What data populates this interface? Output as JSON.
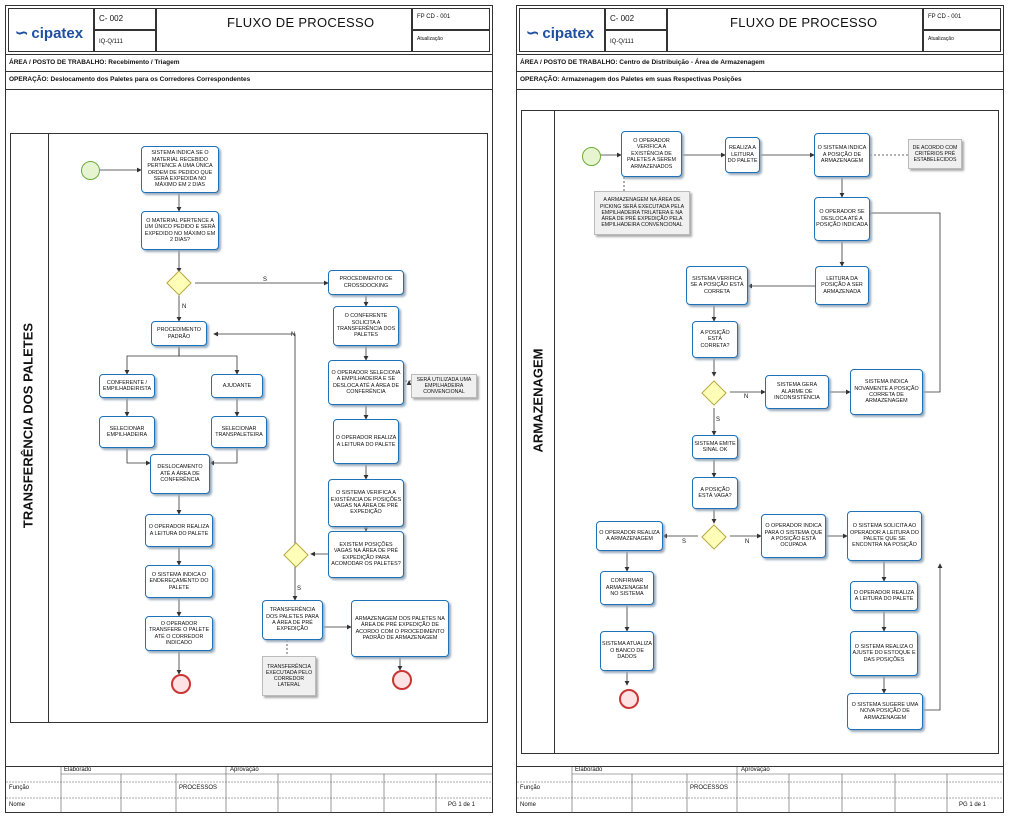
{
  "pages": [
    {
      "logo": "cipatex",
      "code": "C- 002",
      "ref": "IQ-Q/111",
      "title": "FLUXO  DE PROCESSO",
      "form_code": "FP CD - 001",
      "update_label": "Atualização",
      "area": "ÁREA / POSTO DE TRABALHO: Recebimento / Triagem",
      "operation": "OPERAÇÃO: Deslocamento dos Paletes para os Corredores Correspondentes",
      "lane_label": "TRANSFERÊNCIA DOS PALETES",
      "nodes": {
        "n1": "SISTEMA INDICA SE O MATERIAL RECEBIDO PERTENCE A UMA ÚNICA ORDEM DE PEDIDO QUE SERÁ EXPEDIDA NO MÁXIMO EM 2 DIAS",
        "n2": "O MATERIAL PERTENCE A UM ÚNICO PEDIDO E SERÁ EXPEDIDO NO MÁXIMO EM 2 DIAS?",
        "n3": "PROCEDIMENTO DE CROSSDOCKING",
        "n4": "PROCEDIMENTO PADRÃO",
        "n5": "O CONFERENTE SOLICITA A TRANSFERÊNCIA DOS PALETES",
        "n6": "CONFERENTE / EMPILHADEIRISTA",
        "n7": "AJUDANTE",
        "n8": "O OPERADOR SELECIONA A EMPILHADEIRA E SE DESLOCA ATÉ A ÁREA DE CONFERÊNCIA",
        "n9": "SERÁ UTILIZADA UMA EMPILHADEIRA CONVENCIONAL",
        "n10": "SELECIONAR EMPILHADEIRA",
        "n11": "SELECIONAR TRANSPALETEIRA",
        "n12": "O OPERADOR REALIZA A LEITURA DO PALETE",
        "n13": "DESLOCAMENTO ATÉ A ÁREA DE CONFERÊNCIA",
        "n14": "O SISTEMA VERIFICA A EXISTÊNCIA DE POSIÇÕES VAGAS NA ÁREA DE PRÉ EXPEDIÇÃO",
        "n15": "O OPERADOR REALIZA A LEITURA DO PALETE",
        "n16": "EXISTEM POSIÇÕES VAGAS NA ÁREA DE PRÉ EXPEDIÇÃO PARA ACOMODAR OS PALETES?",
        "n17": "O SISTEMA INDICA O ENDEREÇAMENTO DO PALETE",
        "n18": "TRANSFERÊNCIA DOS PALETES PARA A ÁREA DE PRÉ EXPEDIÇÃO",
        "n19": "ARMAZENAGEM DOS PALETES NA ÁREA DE PRÉ EXPEDIÇÃO DE ACORDO COM O PROCEDIMENTO PADRÃO DE ARMAZENAGEM",
        "n20": "O OPERADOR TRANSFERE O PALETE ATÉ O CORREDOR INDICADO",
        "n21": "TRANSFERÊNCIA EXECUTADA PELO CORREDOR LATERAL"
      },
      "edge_labels": {
        "s": "S",
        "n": "N",
        "n2": "N",
        "s2": "S"
      },
      "footer": {
        "elaborado": "Elaborado",
        "aprovacao": "Aprovação",
        "funcao": "Função",
        "processos": "PROCESSOS",
        "nome": "Nome",
        "page": "PG 1 de 1"
      }
    },
    {
      "logo": "cipatex",
      "code": "C- 002",
      "ref": "IQ-Q/111",
      "title": "FLUXO  DE PROCESSO",
      "form_code": "FP CD - 001",
      "update_label": "Atualização",
      "area": "ÁREA / POSTO DE TRABALHO: Centro de Distribuição - Área de Armazenagem",
      "operation": "OPERAÇÃO: Armazenagem dos Paletes em suas Respectivas Posições",
      "lane_label": "ARMAZENAGEM",
      "nodes": {
        "m1": "O OPERADOR VERIFICA A EXISTÊNCIA DE PALETES A SEREM ARMAZENADOS",
        "m2": "REALIZA A LEITURA DO PALETE",
        "m3": "O SISTEMA INDICA A POSIÇÃO DE ARMAZENAGEM",
        "m4": "DE ACORDO COM CRITÉRIOS PRÉ ESTABELECIDOS",
        "m5": "A ARMAZENAGEM NA ÁREA DE PICKING SERÁ EXECUTADA PELA EMPILHADEIRA TRILATERA E NA ÁREA DE PRÉ EXPEDIÇÃO PELA EMPILHADEIRA CONVENCIONAL",
        "m6": "O OPERADOR SE DESLOCA ATÉ A POSIÇÃO INDICADA",
        "m7": "SISTEMA VERIFICA SE A POSIÇÃO ESTÁ CORRETA",
        "m8": "LEITURA DA POSIÇÃO A SER ARMAZENADA",
        "m9": "A POSIÇÃO ESTÁ CORRETA?",
        "m10": "SISTEMA GERA ALARME DE INCONSISTÊNCIA",
        "m11": "SISTEMA INDICA NOVAMENTE A POSIÇÃO CORRETA DE ARMAZENAGEM",
        "m12": "SISTEMA EMITE SINAL OK",
        "m13": "A POSIÇÃO ESTÁ VAGA?",
        "m14": "O OPERADOR REALIZA A ARMAZENAGEM",
        "m15": "O OPERADOR INDICA PARA O SISTEMA QUE A POSIÇÃO ESTÁ OCUPADA",
        "m16": "O SISTEMA SOLICITA AO OPERADOR A LEITURA DO PALETE QUE SE ENCONTRA NA POSIÇÃO",
        "m17": "CONFIRMAR ARMAZENAGEM NO SISTEMA",
        "m18": "O OPERADOR REALIZA A LEITURA DO PALETE",
        "m19": "SISTEMA ATUALIZA O BANCO DE DADOS",
        "m20": "O SISTEMA REALIZA O AJUSTE DO ESTOQUE E DAS POSIÇÕES",
        "m21": "O SISTEMA SUGERE UMA NOVA POSIÇÃO DE ARMAZENAGEM"
      },
      "edge_labels": {
        "n": "N",
        "s": "S",
        "s2": "S",
        "n2": "N"
      },
      "footer": {
        "elaborado": "Elaborado",
        "aprovacao": "Aprovação",
        "funcao": "Função",
        "processos": "PROCESSOS",
        "nome": "Nome",
        "page": "PG 1 de 1"
      }
    }
  ]
}
